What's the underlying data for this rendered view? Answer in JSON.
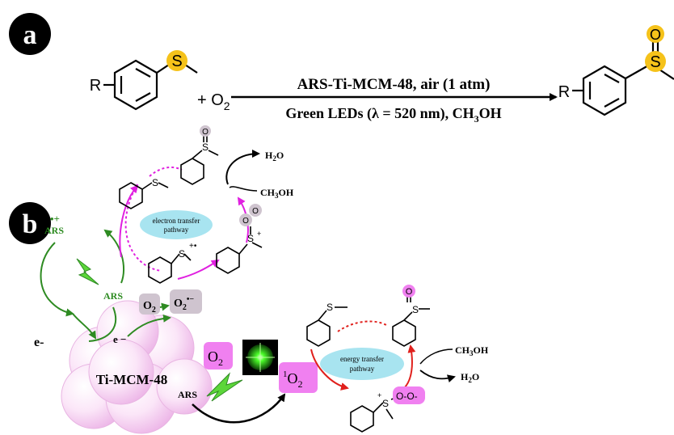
{
  "panel_a": {
    "label": "a",
    "r_left": "R",
    "s_left": "S",
    "plus_o2": "+ O",
    "o2_sub": "2",
    "conditions_top": "ARS-Ti-MCM-48, air (1 atm)",
    "conditions_bottom_main": "Green LEDs (λ = 520 nm), CH",
    "conditions_bottom_sub": "3",
    "conditions_bottom_end": "OH",
    "r_right": "R",
    "s_right": "S",
    "o_right": "O"
  },
  "panel_b": {
    "label": "b",
    "electron_transfer": {
      "line1": "electron transfer",
      "line2": "pathway"
    },
    "energy_transfer": {
      "line1": "energy transfer",
      "line2": "pathway"
    },
    "ars_radical": "ARS",
    "ars_radical_mark": "•+",
    "ars": "ARS",
    "e_minus_left": "e-",
    "e_minus_small": "e −",
    "o2_gray_main": "O",
    "o2_gray_sub": "2",
    "o2_radical_main": "O",
    "o2_radical_sub": "2",
    "o2_radical_sup": "•−",
    "h2o_top_main": "H",
    "h2o_top_sub": "2",
    "h2o_top_end": "O",
    "ch3oh_top_main": "CH",
    "ch3oh_top_sub": "3",
    "ch3oh_top_end": "OH",
    "s_radical_cation": "S",
    "s_radical_cation_mark": "+•",
    "s_top_left": "S",
    "s_sulfoxide_top": "S",
    "o_sulfoxide_top": "O",
    "o_peroxy_1": "O",
    "o_peroxy_2": "O",
    "s_peroxy": "S",
    "s_peroxy_plus": "+",
    "ti_mcm": "Ti-MCM-48",
    "ars_bottom": "ARS",
    "o2_pink_main": "O",
    "o2_pink_sub": "2",
    "singlet_sup": "1",
    "singlet_main": "O",
    "singlet_sub": "2",
    "ch3oh_bottom_main": "CH",
    "ch3oh_bottom_sub": "3",
    "ch3oh_bottom_end": "OH",
    "h2o_bottom_main": "H",
    "h2o_bottom_sub": "2",
    "h2o_bottom_end": "O",
    "s_left_bottom": "S",
    "s_sulfoxide_bottom": "S",
    "o_sulfoxide_bottom": "O",
    "s_persulfoxide": "S",
    "s_persulfoxide_plus": "+",
    "persulfoxide_oo": "O-O-"
  },
  "colors": {
    "green": "#2e8b22",
    "magenta": "#e020e0",
    "red": "#e0201c",
    "gray_bubble": "#cfc4cf",
    "pink_bubble": "#f080f0",
    "cyan_ellipse": "#a8e4f0",
    "sulfur_yellow": "#f5c21a",
    "sphere_pink": "#f7dcf4"
  }
}
